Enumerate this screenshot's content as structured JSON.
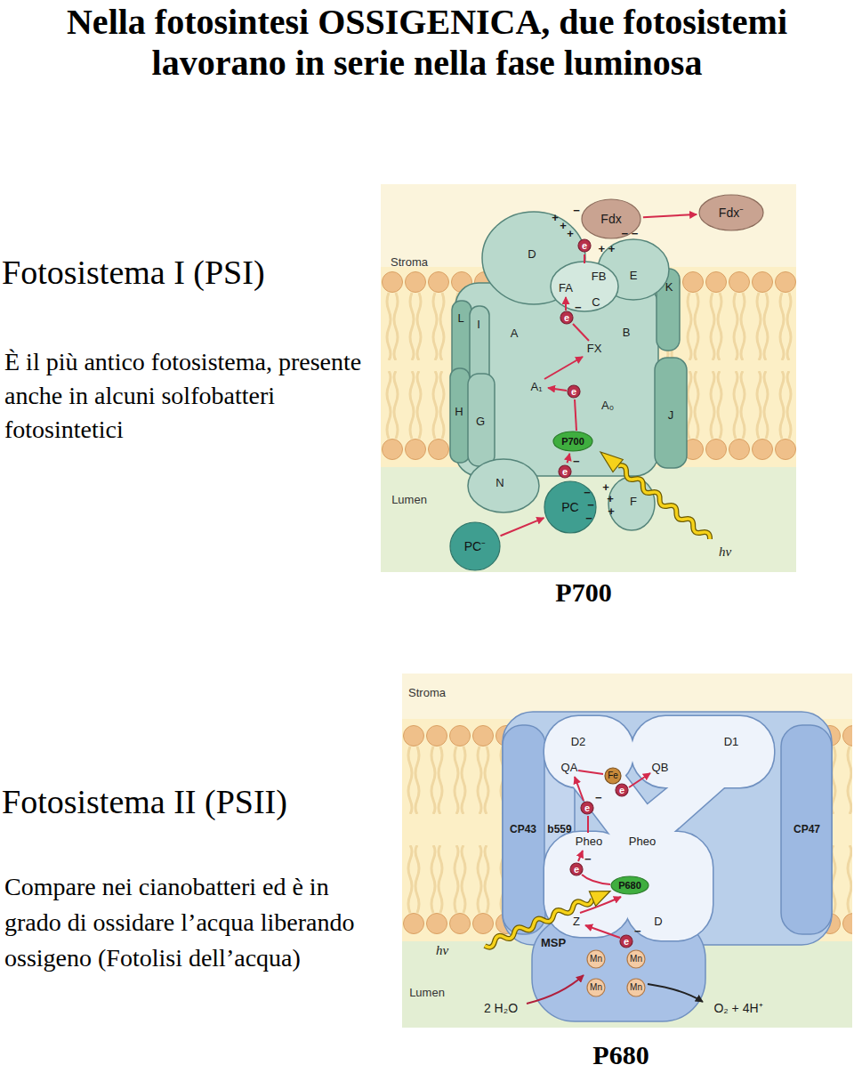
{
  "diagram": {
    "title": "Nella fotosintesi OSSIGENICA, due fotosistemi lavorano in serie nella fase luminosa",
    "nodes": [
      {
        "text": [
          "Fdx"
        ]
      },
      {
        "text": [
          "Fdx⁻"
        ]
      },
      {
        "text": [
          "e"
        ]
      },
      {
        "text": [
          "e",
          "−"
        ]
      },
      {
        "text": [
          "e"
        ]
      },
      {
        "text": [
          "P700"
        ]
      },
      {
        "text": [
          "e",
          "−"
        ]
      },
      {
        "text": [
          "PC"
        ]
      },
      {
        "text": [
          "PC⁻"
        ]
      },
      {
        "text": [
          "Fe"
        ]
      },
      {
        "text": [
          "e"
        ]
      },
      {
        "text": [
          "e",
          "−"
        ]
      },
      {
        "text": [
          "e",
          "−"
        ]
      },
      {
        "text": [
          "P680"
        ]
      },
      {
        "text": [
          "MSP"
        ]
      },
      {
        "text": [
          "Mn"
        ],
        "in": 14
      },
      {
        "text": [
          "Mn"
        ],
        "in": 14
      },
      {
        "text": [
          "Mn"
        ],
        "in": 14
      },
      {
        "text": [
          "Mn"
        ],
        "in": 14
      },
      {
        "text": [
          "e",
          "−"
        ]
      }
    ],
    "edges": [
      {
        "from": 0,
        "to": 1,
        "arrow": "to"
      },
      {
        "from": 8,
        "to": 7,
        "arrow": "to"
      },
      {
        "from": 6,
        "to": 5,
        "arrow": "to"
      }
    ],
    "labels": [
      "Fotosistema I (PSI)",
      "È il più antico fotosistema, presente anche in alcuni solfobatteri fotosintetici",
      "Stroma",
      "D",
      "E",
      "K",
      "FB",
      "FA",
      "C",
      "L",
      "I",
      "A",
      "B",
      "FX",
      "A₁",
      "A₀",
      "H",
      "G",
      "J",
      "N",
      "F",
      "Lumen",
      "hν",
      "+",
      "+",
      "+",
      "−",
      "− −",
      "+ +",
      "−",
      "−",
      "−",
      "+",
      "+",
      "+",
      "P700",
      "Fotosistema II (PSII)",
      "Compare nei cianobatteri ed è in grado di ossidare l’acqua liberando ossigeno (Fotolisi dell’acqua)",
      "Stroma",
      "D2",
      "D1",
      "QA",
      "QB",
      "CP43",
      "b559",
      "Pheo",
      "Pheo",
      "CP47",
      "Z",
      "D",
      "hν",
      "Lumen",
      "2 H₂O",
      "O₂ + 4H⁺",
      "P680"
    ]
  }
}
